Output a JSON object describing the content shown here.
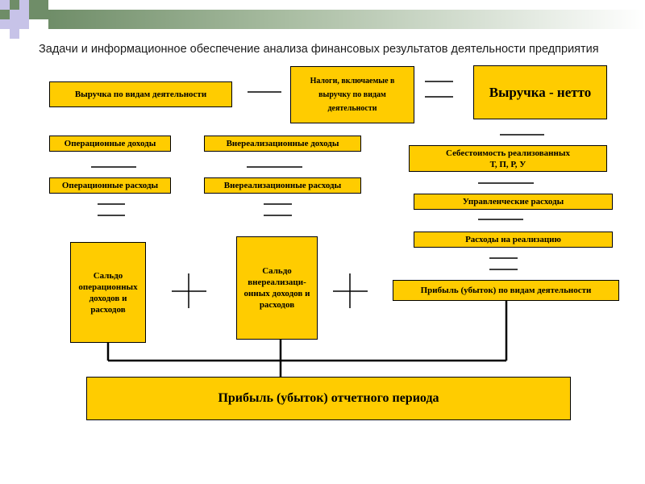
{
  "slide": {
    "title": "Задачи и информационное обеспечение анализа финансовых результатов деятельности предприятия",
    "accent_color": "#ffcc00",
    "header_colors": {
      "square_dark": "#6f8d68",
      "square_light": "#c7c3e8"
    }
  },
  "diagram": {
    "revenue_by_activity": "Выручка по видам деятельности",
    "included_taxes": "Налоги, включаемые в выручку по видам деятельности",
    "net_revenue": "Выручка - нетто",
    "operating_income": "Операционные доходы",
    "non_operating_income": "Внереализационные доходы",
    "cost_of_sales": "Себестоимость реализованных Т, П, Р, У",
    "operating_expenses": "Операционные расходы",
    "non_operating_expenses": "Внереализационные расходы",
    "administrative_expenses": "Управленческие расходы",
    "selling_expenses": "Расходы на реализацию",
    "operating_balance": "Сальдо операционных доходов и расходов",
    "non_operating_balance": "Сальдо внереализаци-онных доходов и расходов",
    "profit_by_activity": "Прибыль (убыток) по видам деятельности",
    "period_profit": "Прибыль (убыток) отчетного периода"
  }
}
